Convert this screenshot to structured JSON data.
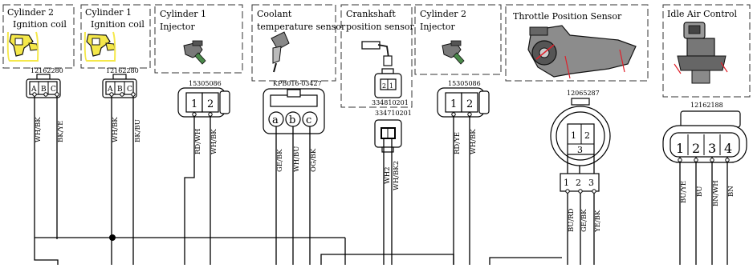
{
  "boxes": {
    "cyl2_coil": [
      "Cylinder 2",
      "Ignition coil"
    ],
    "cyl1_coil": [
      "Cylinder 1",
      "Ignition coil"
    ],
    "cyl1_inj": [
      "Cylinder 1",
      "Injector"
    ],
    "coolant": [
      "Coolant",
      "temperature sensor"
    ],
    "crank": [
      "Crankshaft",
      "position sensor"
    ],
    "cyl2_inj": [
      "Cylinder 2",
      "Injector"
    ],
    "tps": "Throttle Position Sensor",
    "iac": "Idle Air Control"
  },
  "parts": {
    "coil2": "12162280",
    "coil1": "12162280",
    "inj1": "15305086",
    "coolant": "KPB016-03427",
    "crank_upper": "334810201",
    "crank_lower": "334710201",
    "inj2": "15305086",
    "tps": "12065287",
    "iac": "12162188"
  },
  "pins": {
    "coil": [
      "A",
      "B",
      "C"
    ],
    "inj": [
      "1",
      "2"
    ],
    "coolant": [
      "a",
      "b",
      "c"
    ],
    "crank": [
      "2",
      "1"
    ],
    "tps": [
      "1",
      "2",
      "3"
    ],
    "tps_strip": [
      "1",
      "2",
      "3"
    ],
    "iac": [
      "1",
      "2",
      "3",
      "4"
    ]
  },
  "wires": {
    "coil2": [
      "WH/BK",
      "BK/YE"
    ],
    "coil1": [
      "WH/BK",
      "BK/BU"
    ],
    "inj1": [
      "RD/WH",
      "WH/BK"
    ],
    "coolant": [
      "GE/BK",
      "WH/BU",
      "OG/BK"
    ],
    "crank": [
      "WH2",
      "WH/BK2"
    ],
    "inj2": [
      "RD/YE",
      "WH/BK"
    ],
    "tps": [
      "BU/RD",
      "GE/BK",
      "YE/BK"
    ],
    "iac": [
      "BU/YE",
      "BU",
      "BN/WH",
      "BN"
    ]
  },
  "colors": {
    "ink": "#000000",
    "highlight": "#f5e84a",
    "accent": "#e0202a"
  }
}
